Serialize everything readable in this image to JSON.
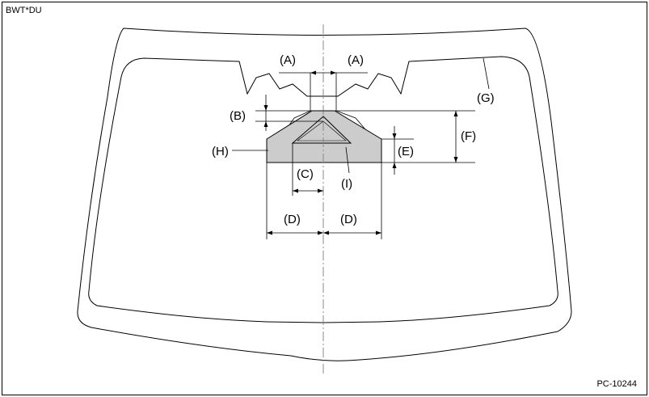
{
  "header": {
    "code": "BWT*DU"
  },
  "footer": {
    "figure_id": "PC-10244"
  },
  "labels": {
    "A_left": "(A)",
    "A_right": "(A)",
    "B": "(B)",
    "C": "(C)",
    "D_left": "(D)",
    "D_right": "(D)",
    "E": "(E)",
    "F": "(F)",
    "G": "(G)",
    "H": "(H)",
    "I": "(I)"
  },
  "colors": {
    "line": "#000000",
    "shaded_area": "#cccccc",
    "centerline": "#888888"
  }
}
